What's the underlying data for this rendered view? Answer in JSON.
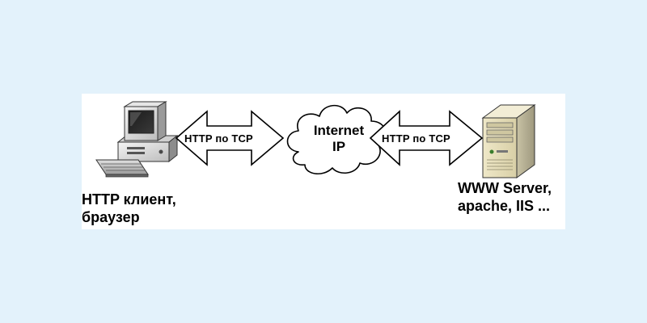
{
  "client": {
    "label_line1": "HTTP клиент,",
    "label_line2": "браузер",
    "icon": "desktop-computer-icon"
  },
  "left_arrow": {
    "label": "HTTP по TCP",
    "icon": "double-arrow"
  },
  "cloud": {
    "line1": "Internet",
    "line2": "IP",
    "icon": "cloud-icon"
  },
  "right_arrow": {
    "label": "HTTP по TCP",
    "icon": "double-arrow"
  },
  "server": {
    "label_line1": "WWW Server,",
    "label_line2": "apache, IIS ...",
    "icon": "server-tower-icon"
  },
  "colors": {
    "page_background": "#e3f2fb",
    "panel_background": "#ffffff",
    "outline": "#000000"
  }
}
